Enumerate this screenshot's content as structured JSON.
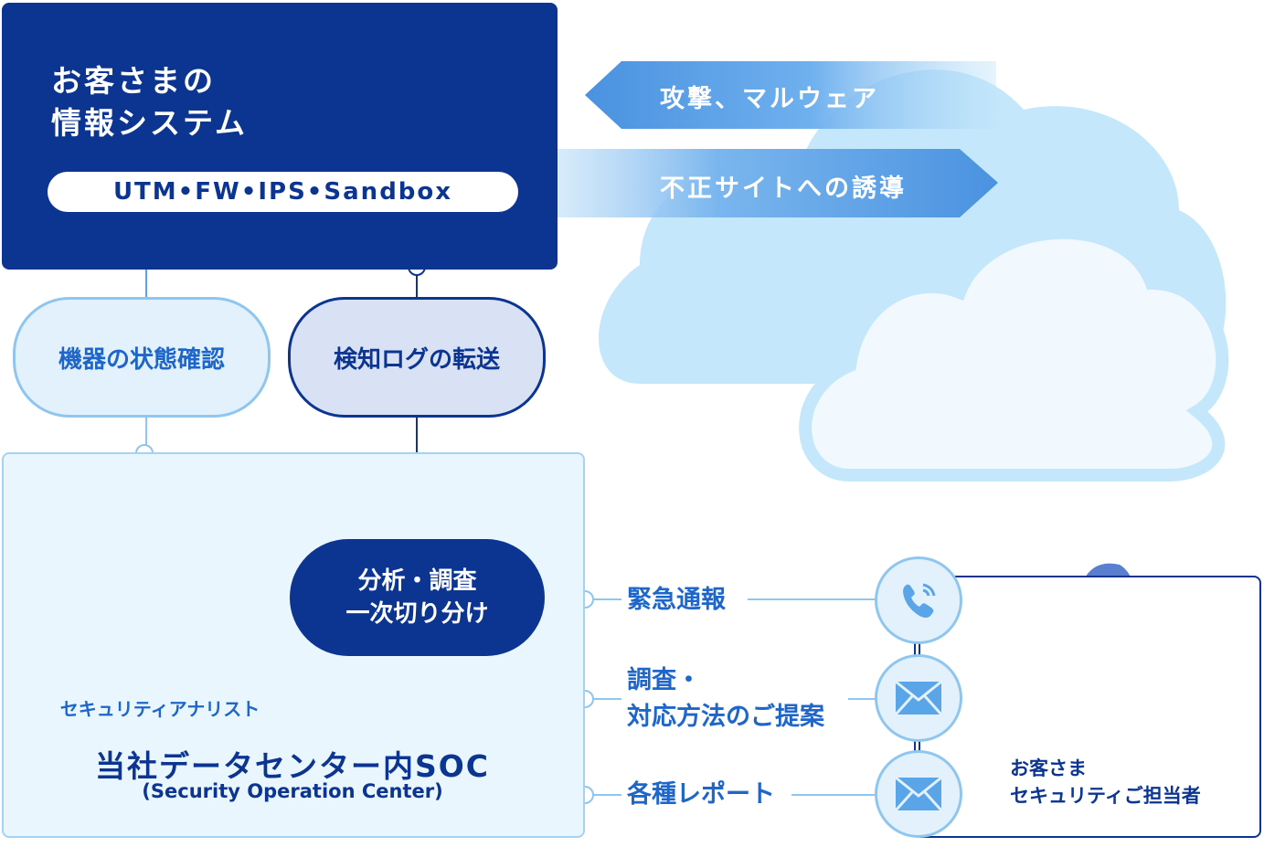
{
  "system": {
    "title_line1": "お客さまの",
    "title_line2": "情報システム",
    "security_devices": "UTM•FW•IPS•Sandbox"
  },
  "threats": {
    "attack": "攻撃、マルウェア",
    "redirect": "不正サイトへの誘導"
  },
  "flows": {
    "device_status": "機器の状態確認",
    "log_transfer": "検知ログの転送",
    "analysis_line1": "分析・調査",
    "analysis_line2": "一次切り分け"
  },
  "soc": {
    "analyst_label": "セキュリティアナリスト",
    "title": "当社データセンター内SOC",
    "subtitle": "(Security Operation Center)"
  },
  "services": {
    "emergency": "緊急通報",
    "proposal_line1": "調査・",
    "proposal_line2": "対応方法のご提案",
    "reports": "各種レポート"
  },
  "customer": {
    "label_line1": "お客さま",
    "label_line2": "セキュリティご担当者"
  },
  "icons": {
    "building": "building-icon",
    "laptop": "laptop-icon",
    "phone": "phone-icon",
    "mail": "mail-icon"
  },
  "colors": {
    "navy": "#0b3591",
    "blue": "#1e66c9",
    "light_blue": "#8fc6ef",
    "pale": "#e3f1fc",
    "cloud": "#c4e7fb"
  }
}
